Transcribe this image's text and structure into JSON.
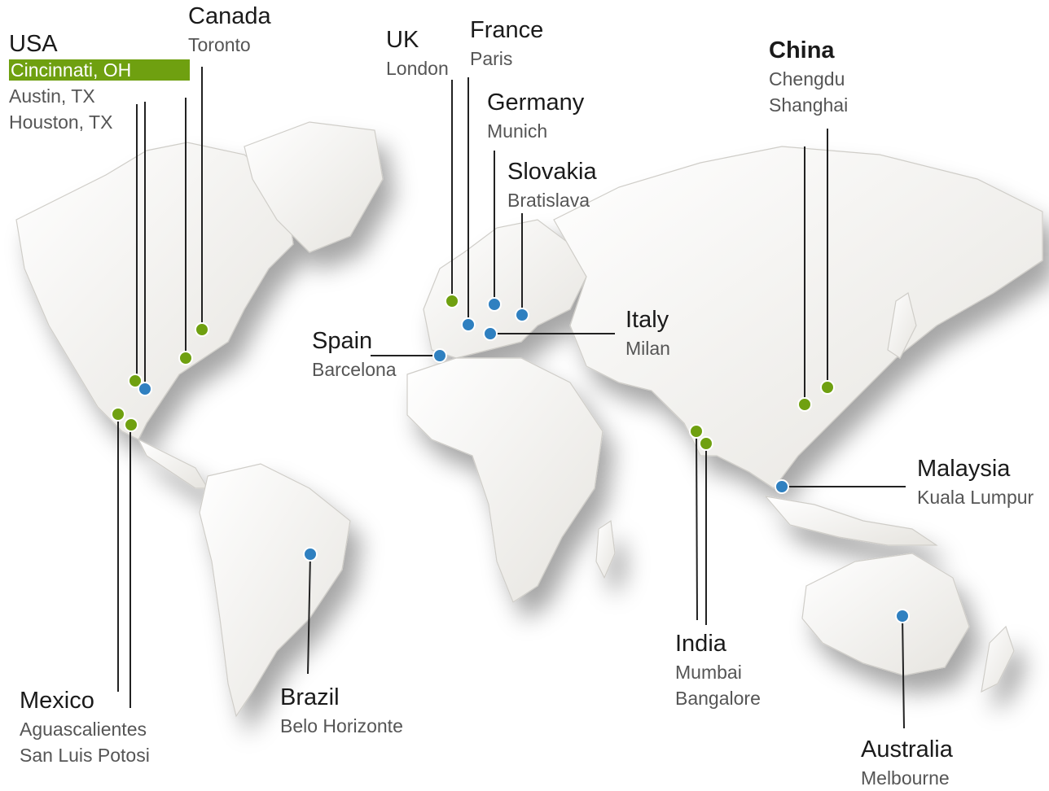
{
  "colors": {
    "green_dot": "#6fa010",
    "blue_dot": "#2f80c0",
    "highlight": "#6fa010",
    "leader_line": "#222222"
  },
  "locations": [
    {
      "country": "USA",
      "cities": [
        "Cincinnati, OH",
        "Austin, TX",
        "Houston, TX"
      ],
      "highlighted_city": "Cincinnati, OH"
    },
    {
      "country": "Canada",
      "cities": [
        "Toronto"
      ]
    },
    {
      "country": "UK",
      "cities": [
        "London"
      ]
    },
    {
      "country": "France",
      "cities": [
        "Paris"
      ]
    },
    {
      "country": "Germany",
      "cities": [
        "Munich"
      ]
    },
    {
      "country": "Slovakia",
      "cities": [
        "Bratislava"
      ]
    },
    {
      "country": "China",
      "cities": [
        "Chengdu",
        "Shanghai"
      ]
    },
    {
      "country": "Spain",
      "cities": [
        "Barcelona"
      ]
    },
    {
      "country": "Italy",
      "cities": [
        "Milan"
      ]
    },
    {
      "country": "Malaysia",
      "cities": [
        "Kuala Lumpur"
      ]
    },
    {
      "country": "Mexico",
      "cities": [
        "Aguascalientes",
        "San Luis Potosi"
      ]
    },
    {
      "country": "Brazil",
      "cities": [
        "Belo Horizonte"
      ]
    },
    {
      "country": "India",
      "cities": [
        "Mumbai",
        "Bangalore"
      ]
    },
    {
      "country": "Australia",
      "cities": [
        "Melbourne"
      ]
    }
  ]
}
